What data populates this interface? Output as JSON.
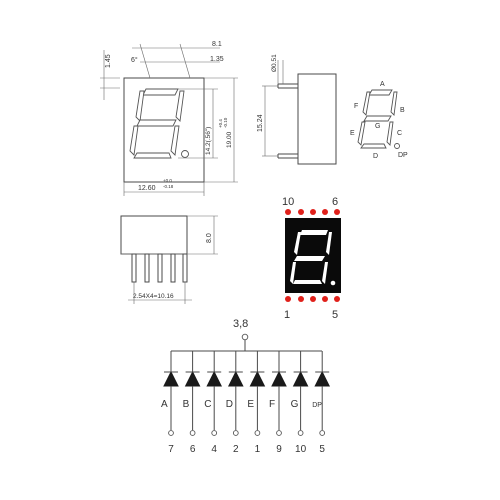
{
  "front_view": {
    "dim_pitch": "8.1",
    "dim_offset": "1.35",
    "dim_slant": "6°",
    "dim_top": "1.45",
    "dim_digit_height": "14.2(.56\")",
    "dim_body_height": "19.00",
    "dim_body_height_tol_plus": "+0.4",
    "dim_body_height_tol_minus": "-0.10",
    "dim_width": "12.60",
    "dim_width_tol_plus": "+0.0",
    "dim_width_tol_minus": "-0.18"
  },
  "side_view": {
    "dim_pin_dia": "Ø0.51",
    "dim_row_spacing": "15.24"
  },
  "segment_legend": {
    "labels": [
      "A",
      "B",
      "C",
      "D",
      "E",
      "F",
      "G",
      "DP"
    ]
  },
  "bottom_view": {
    "dim_depth": "8.0",
    "dim_pin_pitch": "2.54X4=10.16"
  },
  "pinout_photo": {
    "top_left_pin": "10",
    "top_right_pin": "6",
    "bottom_left_pin": "1",
    "bottom_right_pin": "5",
    "pin_color": "#e0201a",
    "segment_color": "#ff3a2a"
  },
  "schematic": {
    "common_pins": "3,8",
    "segments": [
      {
        "label": "A",
        "pin": "7"
      },
      {
        "label": "B",
        "pin": "6"
      },
      {
        "label": "C",
        "pin": "4"
      },
      {
        "label": "D",
        "pin": "2"
      },
      {
        "label": "E",
        "pin": "1"
      },
      {
        "label": "F",
        "pin": "9"
      },
      {
        "label": "G",
        "pin": "10"
      },
      {
        "label": "DP",
        "pin": "5"
      }
    ]
  }
}
